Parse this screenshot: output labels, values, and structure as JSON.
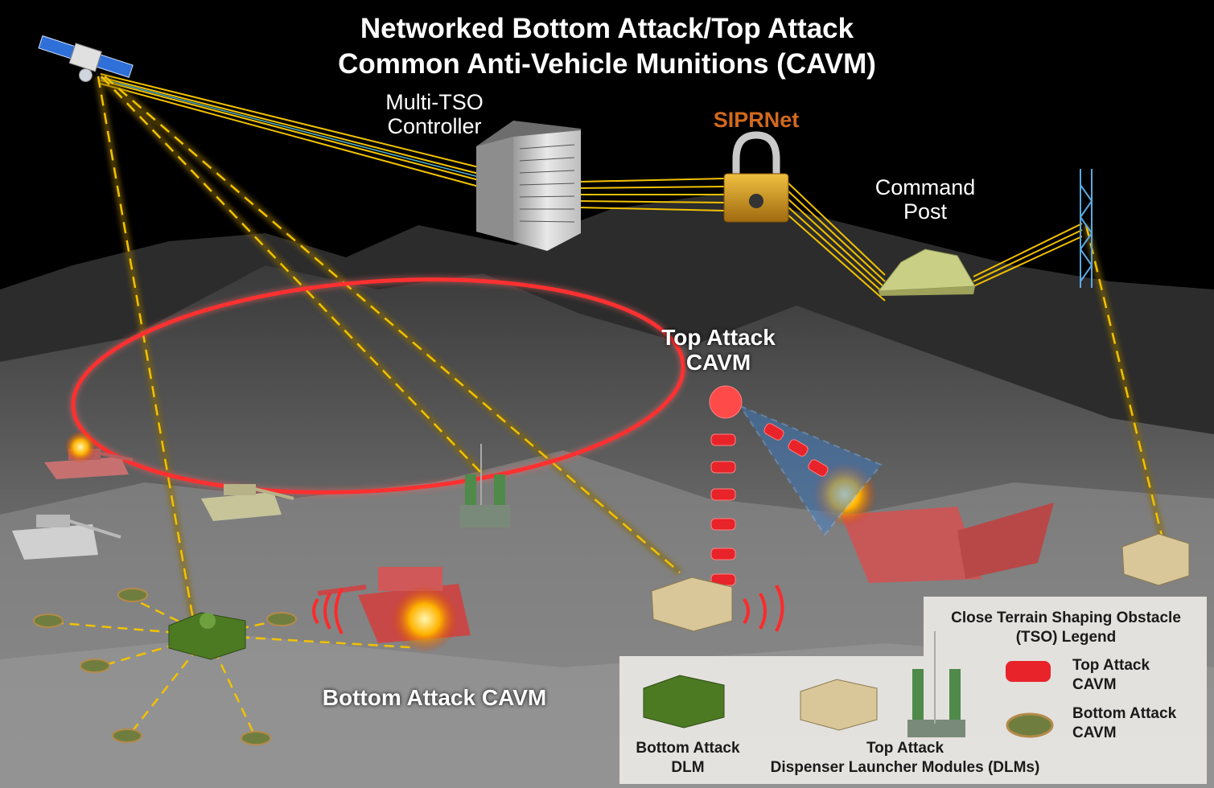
{
  "title": {
    "line1": "Networked Bottom Attack/Top Attack",
    "line2": "Common Anti-Vehicle Munitions (CAVM)"
  },
  "labels": {
    "tso_controller_line1": "Multi-TSO",
    "tso_controller_line2": "Controller",
    "siprnet": "SIPRNet",
    "command_post_line1": "Command",
    "command_post_line2": "Post",
    "top_attack_line1": "Top Attack",
    "top_attack_line2": "CAVM",
    "bottom_attack": "Bottom Attack CAVM"
  },
  "legend": {
    "title_line1": "Close Terrain Shaping Obstacle",
    "title_line2": "(TSO) Legend",
    "top_attack_line1": "Top Attack",
    "top_attack_line2": "CAVM",
    "bottom_attack_line1": "Bottom Attack",
    "bottom_attack_line2": "CAVM",
    "bottom_dlm_line1": "Bottom Attack",
    "bottom_dlm_line2": "DLM",
    "top_dlm_line1": "Top Attack",
    "top_dlm_line2": "Dispenser Launcher Modules (DLMs)"
  },
  "colors": {
    "link": "#f2c200",
    "link_glow": "#8a6a00",
    "sipr_text": "#d2691e",
    "engagement_ring": "#ff1a1a",
    "top_attack_munition": "#e8232a",
    "bottom_attack_dlm": "#5a8a2a",
    "top_attack_dlm": "#d9c79a",
    "legend_bg": "#e8e6e2",
    "sensor_cone": "#3a7fd0"
  },
  "icons": [
    "satellite-icon",
    "server-rack-icon",
    "padlock-icon",
    "tent-icon",
    "radio-tower-icon",
    "tank-icon",
    "explosion-icon"
  ]
}
